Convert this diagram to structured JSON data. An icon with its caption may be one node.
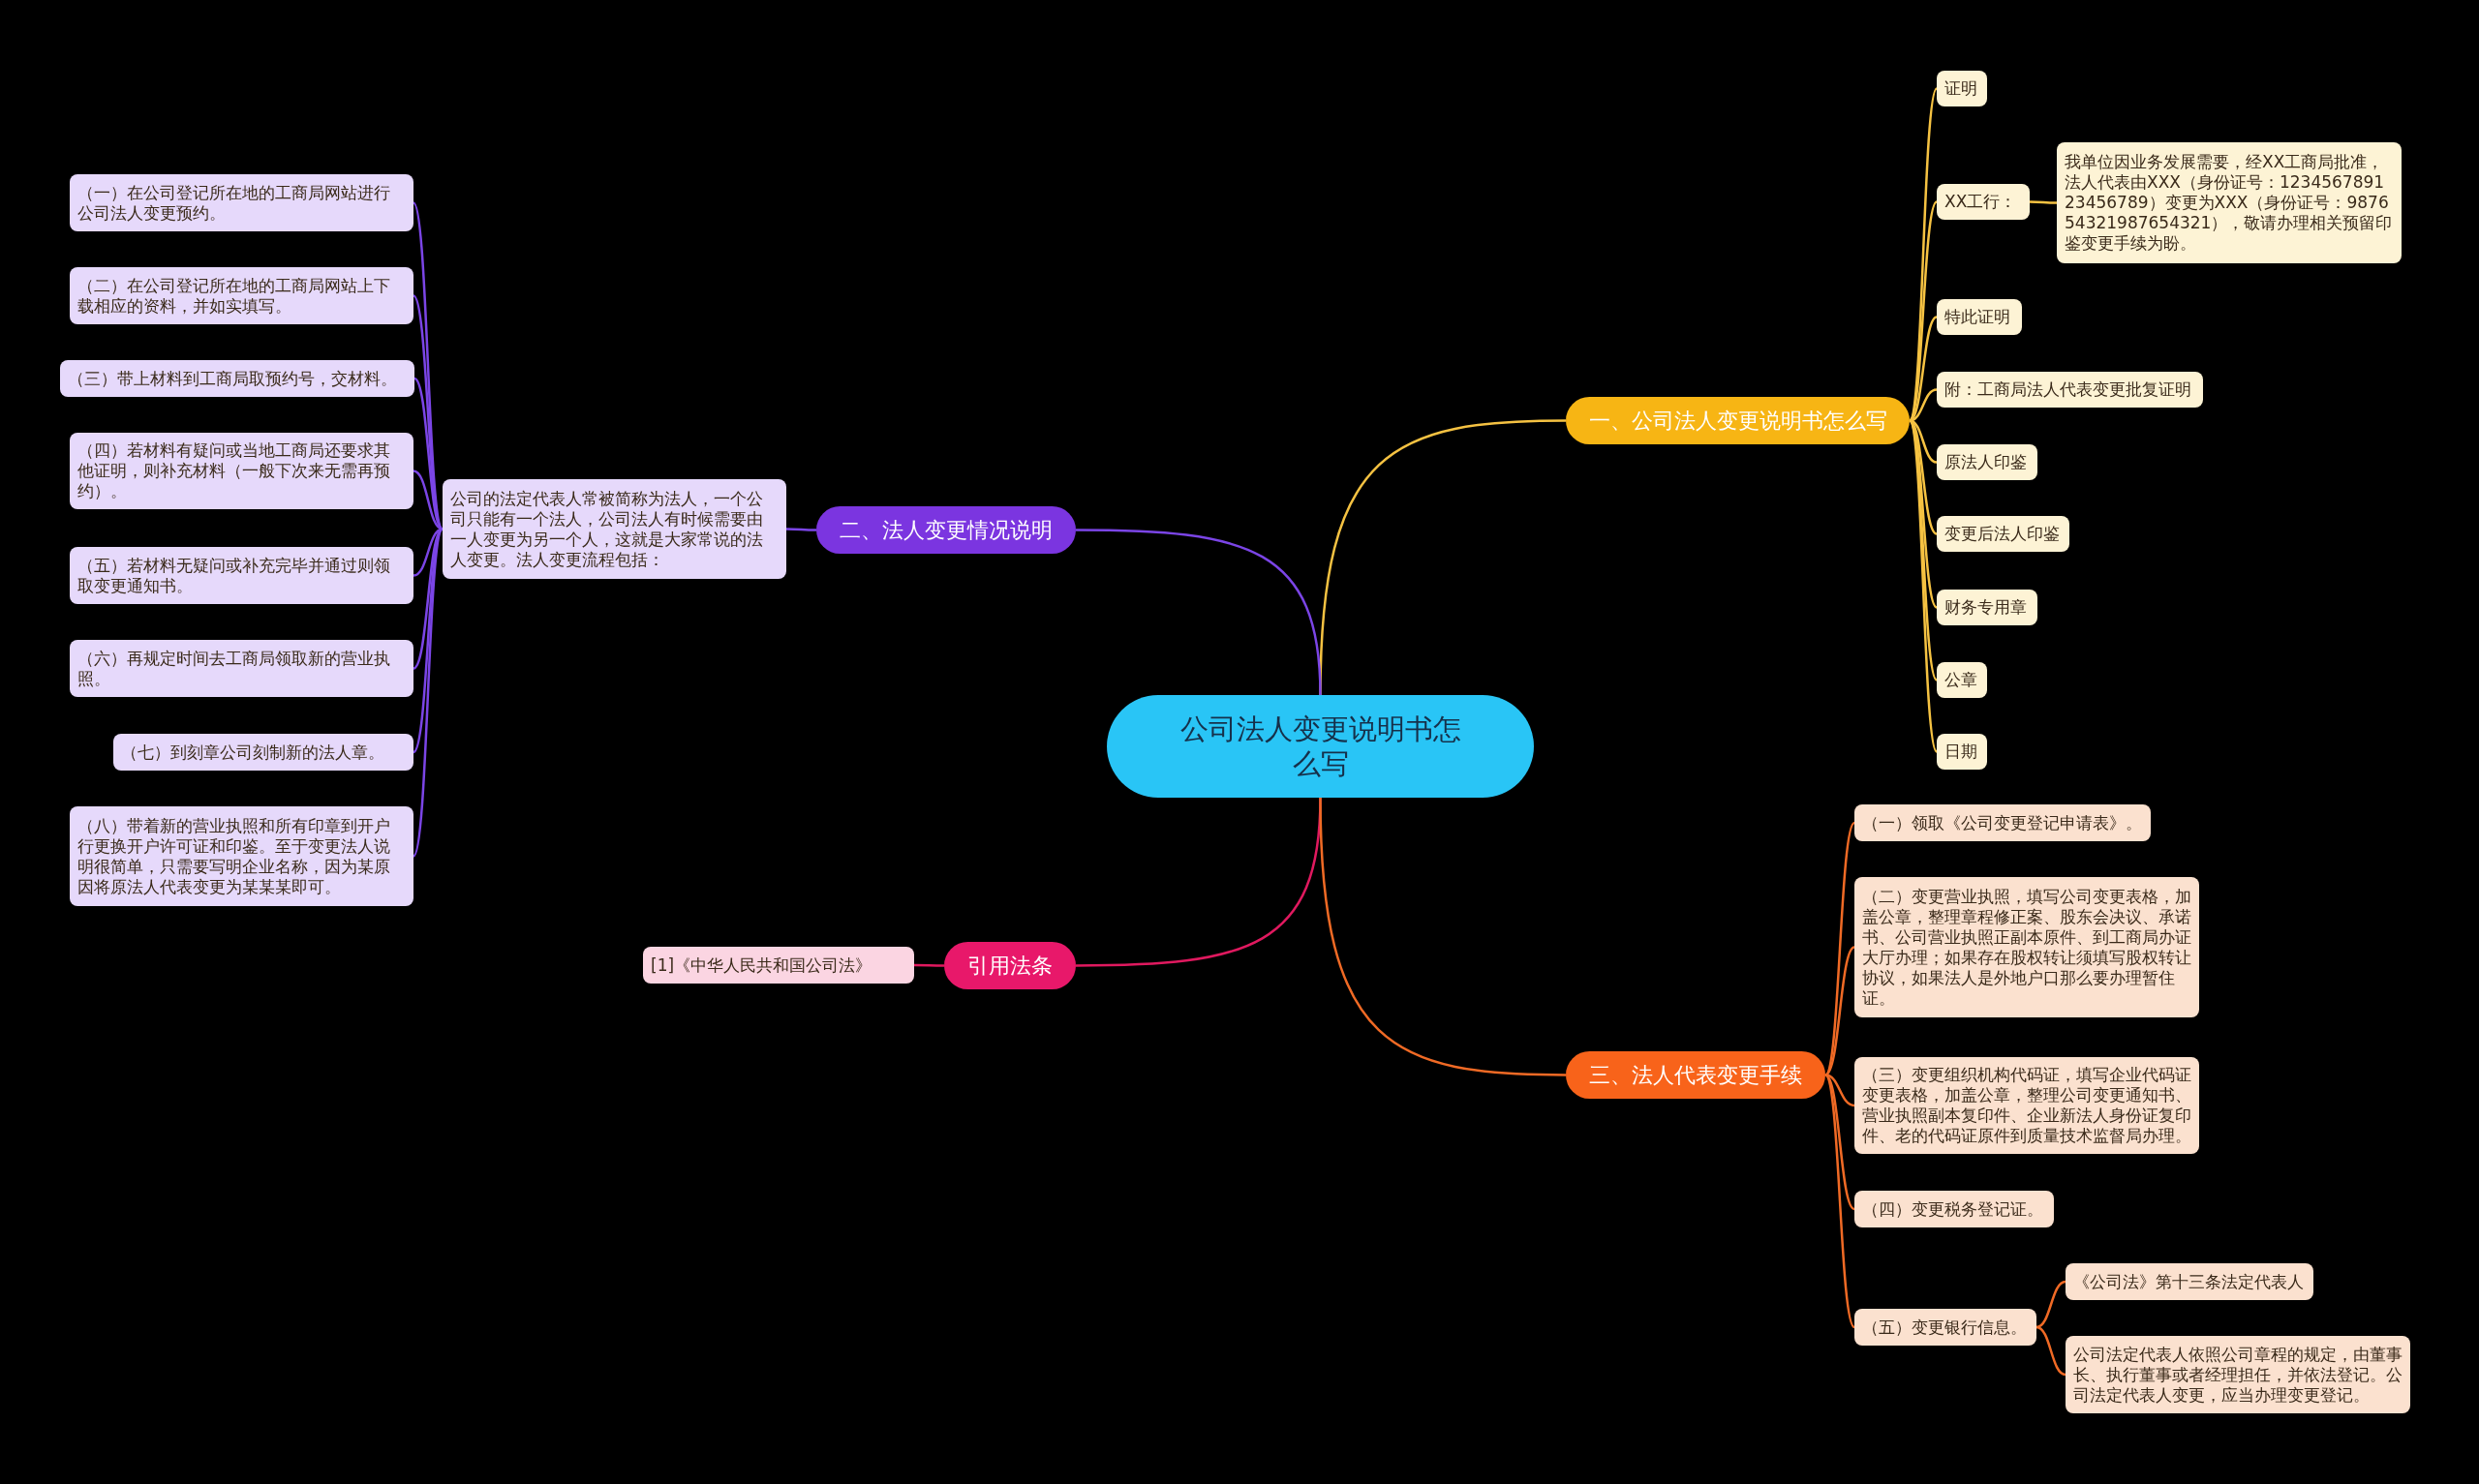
{
  "diagram": {
    "nodes": [
      {
        "text": [
          "公司法人变更说明书怎么写"
        ]
      },
      {
        "text": [
          "一、公司法人变更说明书怎么写"
        ]
      },
      {
        "text": [
          "证明"
        ]
      },
      {
        "text": [
          "XX工行："
        ]
      },
      {
        "text": [
          "我单位因业务发展需要，经XX工商局批准，法人代表由XXX（身份证号：123456789123456789）变更为XXX（身份证号：987654321987654321），敬请办理相关预留印鉴变更手续为盼。"
        ]
      },
      {
        "text": [
          "特此证明"
        ]
      },
      {
        "text": [
          "附：工商局法人代表变更批复证明"
        ]
      },
      {
        "text": [
          "原法人印鉴"
        ]
      },
      {
        "text": [
          "变更后法人印鉴"
        ]
      },
      {
        "text": [
          "财务专用章"
        ]
      },
      {
        "text": [
          "公章"
        ]
      },
      {
        "text": [
          "日期"
        ]
      },
      {
        "text": [
          "二、法人变更情况说明"
        ]
      },
      {
        "text": [
          "公司的法定代表人常被简称为法人，一个公司只能有一个法人，公司法人有时候需要由一人变更为另一个人，这就是大家常说的法人变更。法人变更流程包括："
        ]
      },
      {
        "text": [
          "（一）在公司登记所在地的工商局网站进行公司法人变更预约。"
        ]
      },
      {
        "text": [
          "（二）在公司登记所在地的工商局网站上下载相应的资料，并如实填写。"
        ]
      },
      {
        "text": [
          "（三）带上材料到工商局取预约号，交材料。"
        ]
      },
      {
        "text": [
          "（四）若材料有疑问或当地工商局还要求其他证明，则补充材料（一般下次来无需再预约）。"
        ]
      },
      {
        "text": [
          "（五）若材料无疑问或补充完毕并通过则领取变更通知书。"
        ]
      },
      {
        "text": [
          "（六）再规定时间去工商局领取新的营业执照。"
        ]
      },
      {
        "text": [
          "（七）到刻章公司刻制新的法人章。"
        ]
      },
      {
        "text": [
          "（八）带着新的营业执照和所有印章到开户行更换开户许可证和印鉴。至于变更法人说明很简单，只需要写明企业名称，因为某原因将原法人代表变更为某某某即可。"
        ]
      },
      {
        "text": [
          "引用法条"
        ]
      },
      {
        "text": [
          "[1]《中华人民共和国公司法》"
        ]
      },
      {
        "text": [
          "三、法人代表变更手续"
        ]
      },
      {
        "text": [
          "（一）领取《公司变更登记申请表》。"
        ]
      },
      {
        "text": [
          "（二）变更营业执照，填写公司变更表格，加盖公章，整理章程修正案、股东会决议、承诺书、公司营业执照正副本原件、到工商局办证大厅办理；如果存在股权转让须填写股权转让协议，如果法人是外地户口那么要办理暂住证。"
        ]
      },
      {
        "text": [
          "（三）变更组织机构代码证，填写企业代码证变更表格，加盖公章，整理公司变更通知书、营业执照副本复印件、企业新法人身份证复印件、老的代码证原件到质量技术监督局办理。"
        ]
      },
      {
        "text": [
          "（四）变更税务登记证。"
        ]
      },
      {
        "text": [
          "（五）变更银行信息。"
        ]
      },
      {
        "text": [
          "《公司法》第十三条法定代表人"
        ]
      },
      {
        "text": [
          "公司法定代表人依照公司章程的规定，由董事长、执行董事或者经理担任，并依法登记。公司法定代表人变更，应当办理变更登记。"
        ]
      }
    ],
    "edges": [
      {
        "from": 0,
        "to": 1,
        "arrow": "none",
        "color": "#f5c242"
      },
      {
        "from": 1,
        "to": 2,
        "arrow": "none",
        "color": "#f5c242"
      },
      {
        "from": 1,
        "to": 3,
        "arrow": "none",
        "color": "#f5c242"
      },
      {
        "from": 3,
        "to": 4,
        "arrow": "none",
        "color": "#f5c242"
      },
      {
        "from": 1,
        "to": 5,
        "arrow": "none",
        "color": "#f5c242"
      },
      {
        "from": 1,
        "to": 6,
        "arrow": "none",
        "color": "#f5c242"
      },
      {
        "from": 1,
        "to": 7,
        "arrow": "none",
        "color": "#f5c242"
      },
      {
        "from": 1,
        "to": 8,
        "arrow": "none",
        "color": "#f5c242"
      },
      {
        "from": 1,
        "to": 9,
        "arrow": "none",
        "color": "#f5c242"
      },
      {
        "from": 1,
        "to": 10,
        "arrow": "none",
        "color": "#f5c242"
      },
      {
        "from": 1,
        "to": 11,
        "arrow": "none",
        "color": "#f5c242"
      },
      {
        "from": 0,
        "to": 12,
        "arrow": "none",
        "color": "#7b45e6"
      },
      {
        "from": 12,
        "to": 13,
        "arrow": "none",
        "color": "#7b45e6"
      },
      {
        "from": 13,
        "to": 14,
        "arrow": "none",
        "color": "#7b45e6"
      },
      {
        "from": 13,
        "to": 15,
        "arrow": "none",
        "color": "#7b45e6"
      },
      {
        "from": 13,
        "to": 16,
        "arrow": "none",
        "color": "#7b45e6"
      },
      {
        "from": 13,
        "to": 17,
        "arrow": "none",
        "color": "#7b45e6"
      },
      {
        "from": 13,
        "to": 18,
        "arrow": "none",
        "color": "#7b45e6"
      },
      {
        "from": 13,
        "to": 19,
        "arrow": "none",
        "color": "#7b45e6"
      },
      {
        "from": 13,
        "to": 20,
        "arrow": "none",
        "color": "#7b45e6"
      },
      {
        "from": 13,
        "to": 21,
        "arrow": "none",
        "color": "#7b45e6"
      },
      {
        "from": 0,
        "to": 22,
        "arrow": "none",
        "color": "#e0195f"
      },
      {
        "from": 22,
        "to": 23,
        "arrow": "none",
        "color": "#e0195f"
      },
      {
        "from": 0,
        "to": 24,
        "arrow": "none",
        "color": "#f06a25"
      },
      {
        "from": 24,
        "to": 25,
        "arrow": "none",
        "color": "#f06a25"
      },
      {
        "from": 24,
        "to": 26,
        "arrow": "none",
        "color": "#f06a25"
      },
      {
        "from": 24,
        "to": 27,
        "arrow": "none",
        "color": "#f06a25"
      },
      {
        "from": 24,
        "to": 28,
        "arrow": "none",
        "color": "#f06a25"
      },
      {
        "from": 24,
        "to": 29,
        "arrow": "none",
        "color": "#f06a25"
      },
      {
        "from": 29,
        "to": 30,
        "arrow": "none",
        "color": "#f06a25"
      },
      {
        "from": 29,
        "to": 31,
        "arrow": "none",
        "color": "#f06a25"
      }
    ]
  }
}
